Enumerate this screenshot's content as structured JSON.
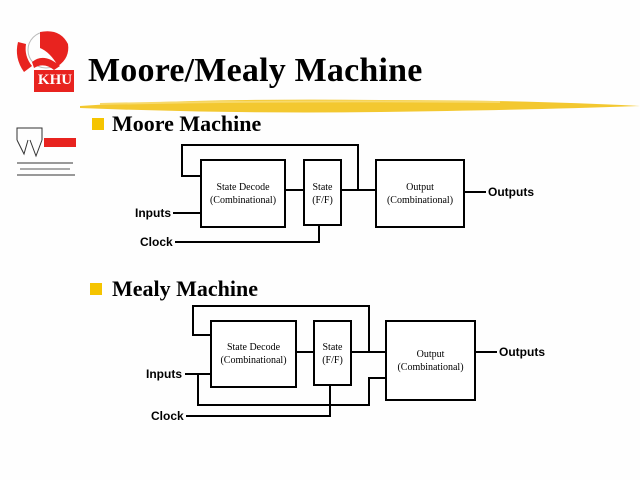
{
  "slide": {
    "title": "Moore/Mealy Machine",
    "logo": {
      "text": "KHU",
      "color": "#e8231f"
    },
    "side_logo": {
      "badge_color": "#e8231f"
    },
    "accent_color": "#f5c400"
  },
  "moore": {
    "heading": "Moore Machine",
    "state_decode": {
      "line1": "State Decode",
      "line2": "(Combinational)"
    },
    "state": {
      "line1": "State",
      "line2": "(F/F)"
    },
    "output": {
      "line1": "Output",
      "line2": "(Combinational)"
    },
    "inputs_label": "Inputs",
    "clock_label": "Clock",
    "outputs_label": "Outputs"
  },
  "mealy": {
    "heading": "Mealy Machine",
    "state_decode": {
      "line1": "State Decode",
      "line2": "(Combinational)"
    },
    "state": {
      "line1": "State",
      "line2": "(F/F)"
    },
    "output": {
      "line1": "Output",
      "line2": "(Combinational)"
    },
    "inputs_label": "Inputs",
    "clock_label": "Clock",
    "outputs_label": "Outputs"
  }
}
